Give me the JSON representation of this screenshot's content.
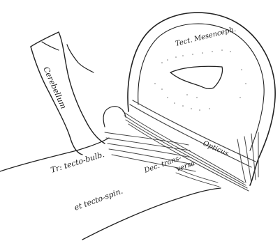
{
  "figure": {
    "labels": {
      "tectum": "Tect. Mesenceph.",
      "cerebellum": "Cerebellum",
      "tr_tecto_bulb": "Tr: tecto-bulb.",
      "tecto_spin": "et tecto-spin.",
      "opticus": "Opticus",
      "dec_trans": "Dec. trans-",
      "versa": "versa"
    },
    "colors": {
      "ink": "#222222",
      "paper": "#ffffff"
    }
  }
}
